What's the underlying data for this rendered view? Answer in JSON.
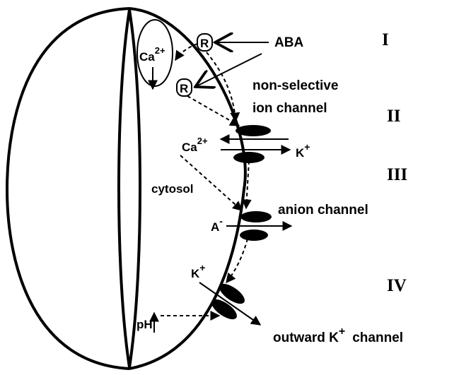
{
  "labels": {
    "aba": "ABA",
    "receptor": "R",
    "ca_vacuole": "Ca",
    "ca_vacuole_sup": "2+",
    "ca_cytosol": "Ca",
    "ca_cytosol_sup": "2+",
    "k_in": "K",
    "k_in_sup": "+",
    "k_out": "K",
    "k_out_sup": "+",
    "anion": "A",
    "anion_sup": "-",
    "cytosol": "cytosol",
    "ph": "pH",
    "nonselective_line1": "non-selective",
    "nonselective_line2": "ion  channel",
    "anion_channel": "anion  channel",
    "outward_k": "outward  K",
    "outward_k_sup": "+",
    "outward_channel": "channel"
  },
  "steps": [
    "I",
    "II",
    "III",
    "IV"
  ]
}
